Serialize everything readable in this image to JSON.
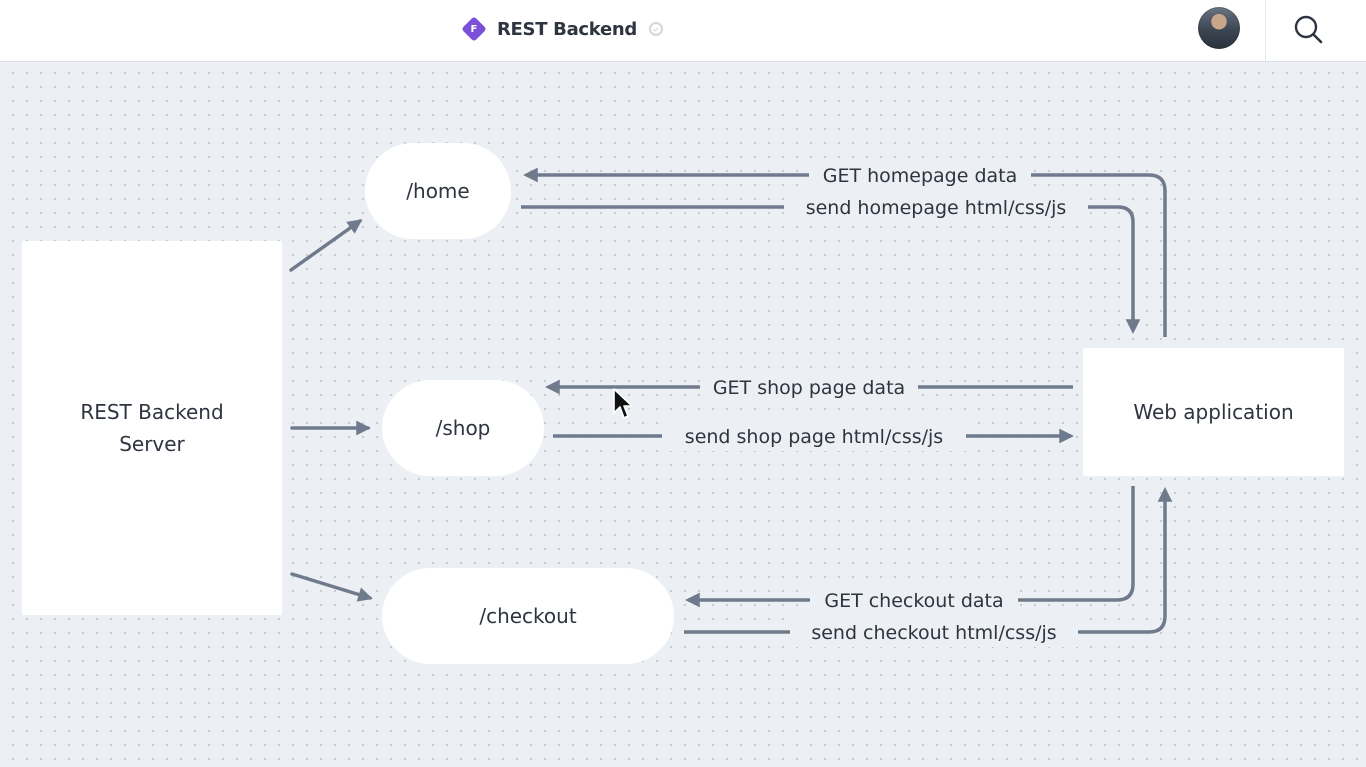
{
  "header": {
    "badge_letter": "F",
    "doc_title": "REST Backend"
  },
  "diagram": {
    "server_label": "REST Backend\nServer",
    "web_app_label": "Web application",
    "routes": {
      "home": "/home",
      "shop": "/shop",
      "checkout": "/checkout"
    },
    "edges": {
      "get_homepage": "GET homepage data",
      "send_homepage": "send homepage html/css/js",
      "get_shop": "GET shop page data",
      "send_shop": "send shop page html/css/js",
      "get_checkout": "GET checkout data",
      "send_checkout": "send checkout html/css/js"
    }
  },
  "colors": {
    "accent": "#7b4fd8",
    "edge": "#6f7b8c",
    "canvas": "#eceff3",
    "node": "#ffffff"
  },
  "icons": [
    "diamond-badge-icon",
    "verified-icon",
    "search-icon",
    "cursor-icon"
  ]
}
